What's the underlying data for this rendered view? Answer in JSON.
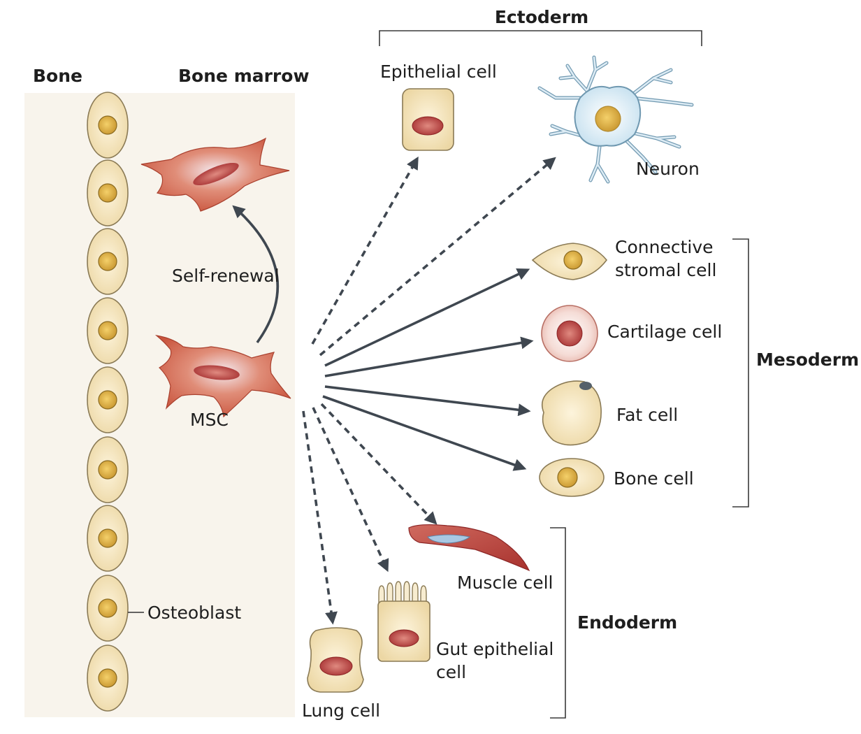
{
  "headers": {
    "bone": "Bone",
    "bone_marrow": "Bone marrow",
    "ectoderm": "Ectoderm",
    "mesoderm": "Mesoderm",
    "endoderm": "Endoderm"
  },
  "labels": {
    "self_renewal": "Self-renewal",
    "msc": "MSC",
    "osteoblast": "Osteoblast",
    "epithelial_cell": "Epithelial cell",
    "neuron": "Neuron",
    "connective_line1": "Connective",
    "connective_line2": "stromal cell",
    "cartilage_cell": "Cartilage cell",
    "fat_cell": "Fat cell",
    "bone_cell": "Bone cell",
    "muscle_cell": "Muscle cell",
    "gut_line1": "Gut epithelial",
    "gut_line2": "cell",
    "lung_cell": "Lung cell"
  },
  "colors": {
    "marrow_background": "#f8f4ec",
    "cell_fill": "#f3e3b8",
    "nucleus_fill": "#ddb24e",
    "msc_fill": "#d6735c",
    "red_nucleus": "#b5393a",
    "neuron_fill": "#dcebf4",
    "arrow": "#3f4750"
  }
}
